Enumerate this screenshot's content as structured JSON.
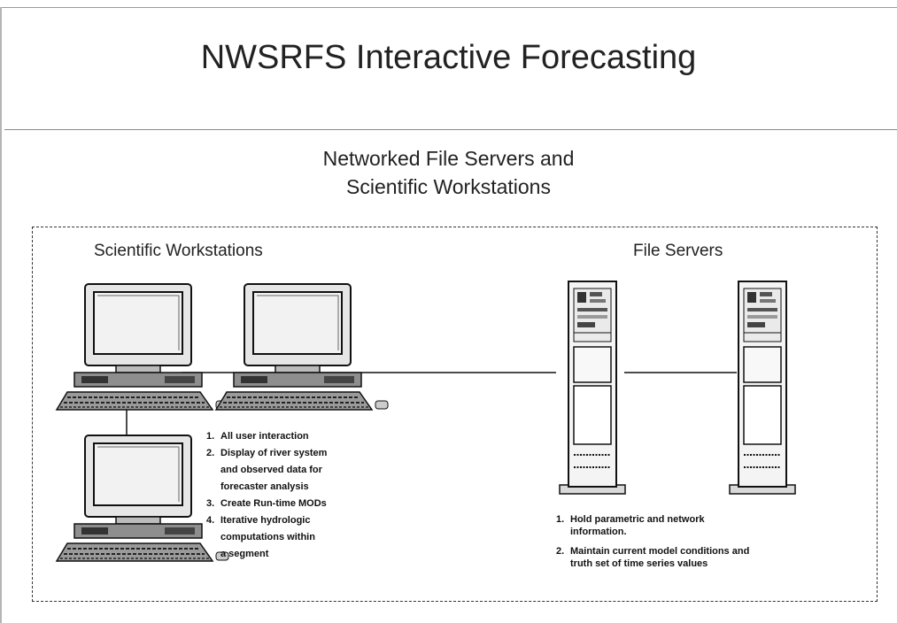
{
  "header": {
    "title": "NWSRFS Interactive Forecasting"
  },
  "diagram": {
    "subtitle_line1": "Networked File Servers and",
    "subtitle_line2": "Scientific Workstations",
    "workstations": {
      "label": "Scientific Workstations",
      "functions": [
        {
          "num": "1.",
          "text": "All user interaction"
        },
        {
          "num": "2.",
          "text": "Display of river system\nand observed data for\n forecaster analysis"
        },
        {
          "num": "3.",
          "text": "Create Run-time MODs"
        },
        {
          "num": "4.",
          "text": "Iterative hydrologic\ncomputations within\na segment"
        }
      ]
    },
    "file_servers": {
      "label": "File Servers",
      "functions": [
        {
          "num": "1.",
          "text": "Hold parametric and network\ninformation."
        },
        {
          "num": "2.",
          "text": "Maintain current model conditions and\ntruth set of time series values"
        }
      ]
    },
    "icons": [
      "workstation-icon",
      "workstation-icon",
      "workstation-icon",
      "file-server-icon",
      "file-server-icon"
    ]
  }
}
